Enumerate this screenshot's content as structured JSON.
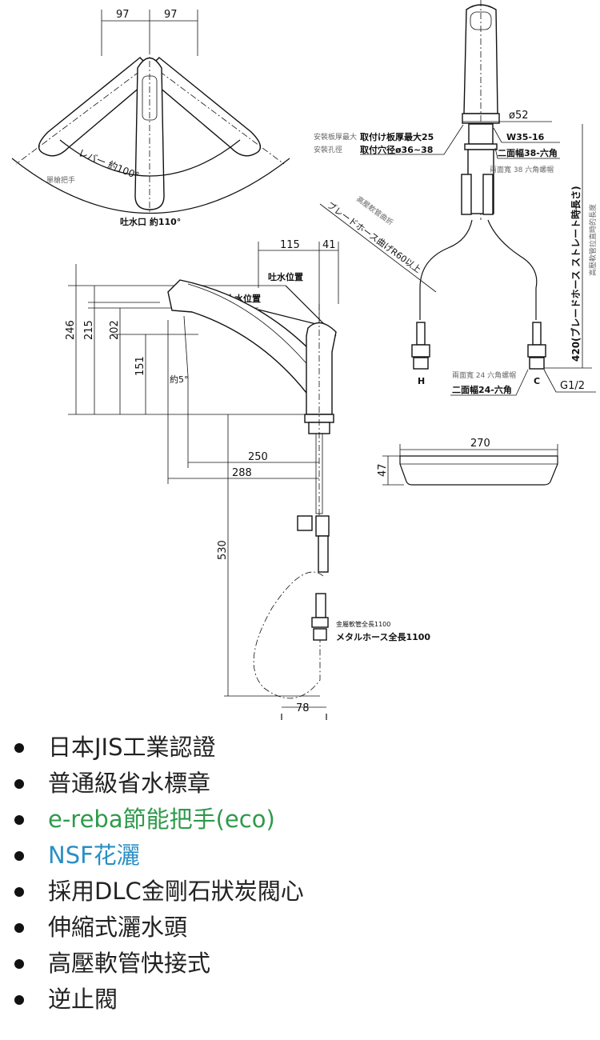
{
  "top_view": {
    "dim_left": "97",
    "dim_right": "97",
    "lever_angle": "レバー 約100°",
    "lever_angle_zh": "單槍把手",
    "spout_angle": "吐水口 約110°"
  },
  "side_view": {
    "dim_115": "115",
    "dim_41": "41",
    "outlet_position": "吐水位置",
    "stop_position": "止水位置",
    "dim_246": "246",
    "dim_215": "215",
    "dim_202": "202",
    "dim_151": "151",
    "tilt": "約5°",
    "dim_250": "250",
    "dim_288": "288",
    "dim_530": "530",
    "dim_78": "78",
    "metal_hose_zh": "金屬軟管全長1100",
    "metal_hose": "メタルホース全長1100"
  },
  "front_view": {
    "dia": "ø52",
    "thread": "W35-16",
    "plate_zh": "安裝板厚最大",
    "plate": "取付け板厚最大25",
    "hole_zh": "安裝孔徑",
    "hole": "取付穴径ø36~38",
    "hex38": "二面幅38-六角",
    "hex38_zh": "兩面寬 38 六角螺帽",
    "bend_zh": "高壓軟管曲折",
    "bend": "ブレードホース曲げR60以上",
    "length": "420(ブレードホース ストレート時長さ)",
    "length_zh": "高壓軟管拉直時的長度",
    "hot": "H",
    "cold": "C",
    "hex24_zh": "兩面寬 24 六角螺帽",
    "hex24": "二面幅24-六角",
    "g_thread": "G1/2"
  },
  "tray": {
    "width": "270",
    "height": "47"
  },
  "features": [
    {
      "text": "日本JIS工業認證",
      "color": "#222222"
    },
    {
      "text": "普通級省水標章",
      "color": "#222222"
    },
    {
      "text": "e-reba節能把手(eco)",
      "color": "#2e9a4a"
    },
    {
      "text": "NSF花灑",
      "color": "#2a8fc4"
    },
    {
      "text": "採用DLC金剛石狀炭閥心",
      "color": "#222222"
    },
    {
      "text": "伸縮式灑水頭",
      "color": "#222222"
    },
    {
      "text": "高壓軟管快接式",
      "color": "#222222"
    },
    {
      "text": "逆止閥",
      "color": "#222222"
    }
  ]
}
